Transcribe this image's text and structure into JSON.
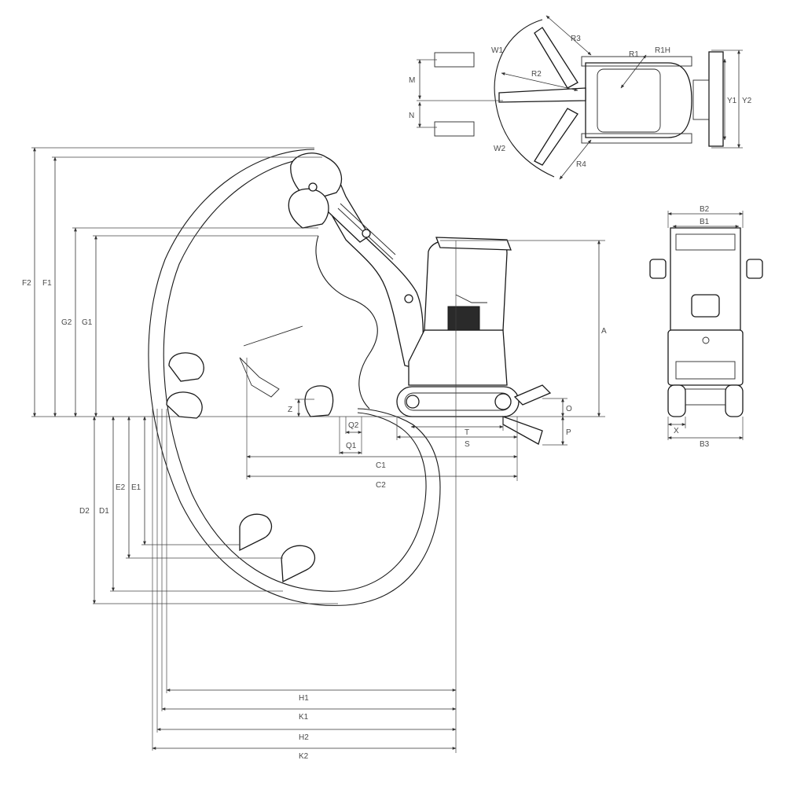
{
  "side_view": {
    "height_labels": [
      "F2",
      "F1",
      "G2",
      "G1",
      "A"
    ],
    "depth_labels": [
      "D2",
      "D1",
      "E2",
      "E1"
    ],
    "length_labels": [
      "C1",
      "C2",
      "H1",
      "K1",
      "H2",
      "K2"
    ],
    "ground_labels": [
      "Z",
      "Q2",
      "Q1",
      "T",
      "S",
      "O",
      "P"
    ]
  },
  "top_view": {
    "labels": [
      "W1",
      "W2",
      "R1",
      "R1H",
      "R2",
      "R3",
      "R4",
      "M",
      "N",
      "Y1",
      "Y2"
    ]
  },
  "rear_view": {
    "labels": [
      "B2",
      "B1",
      "B3",
      "X"
    ]
  },
  "colors": {
    "line": "#1a1a1a",
    "label": "#4a4a4a",
    "background": "#ffffff"
  }
}
